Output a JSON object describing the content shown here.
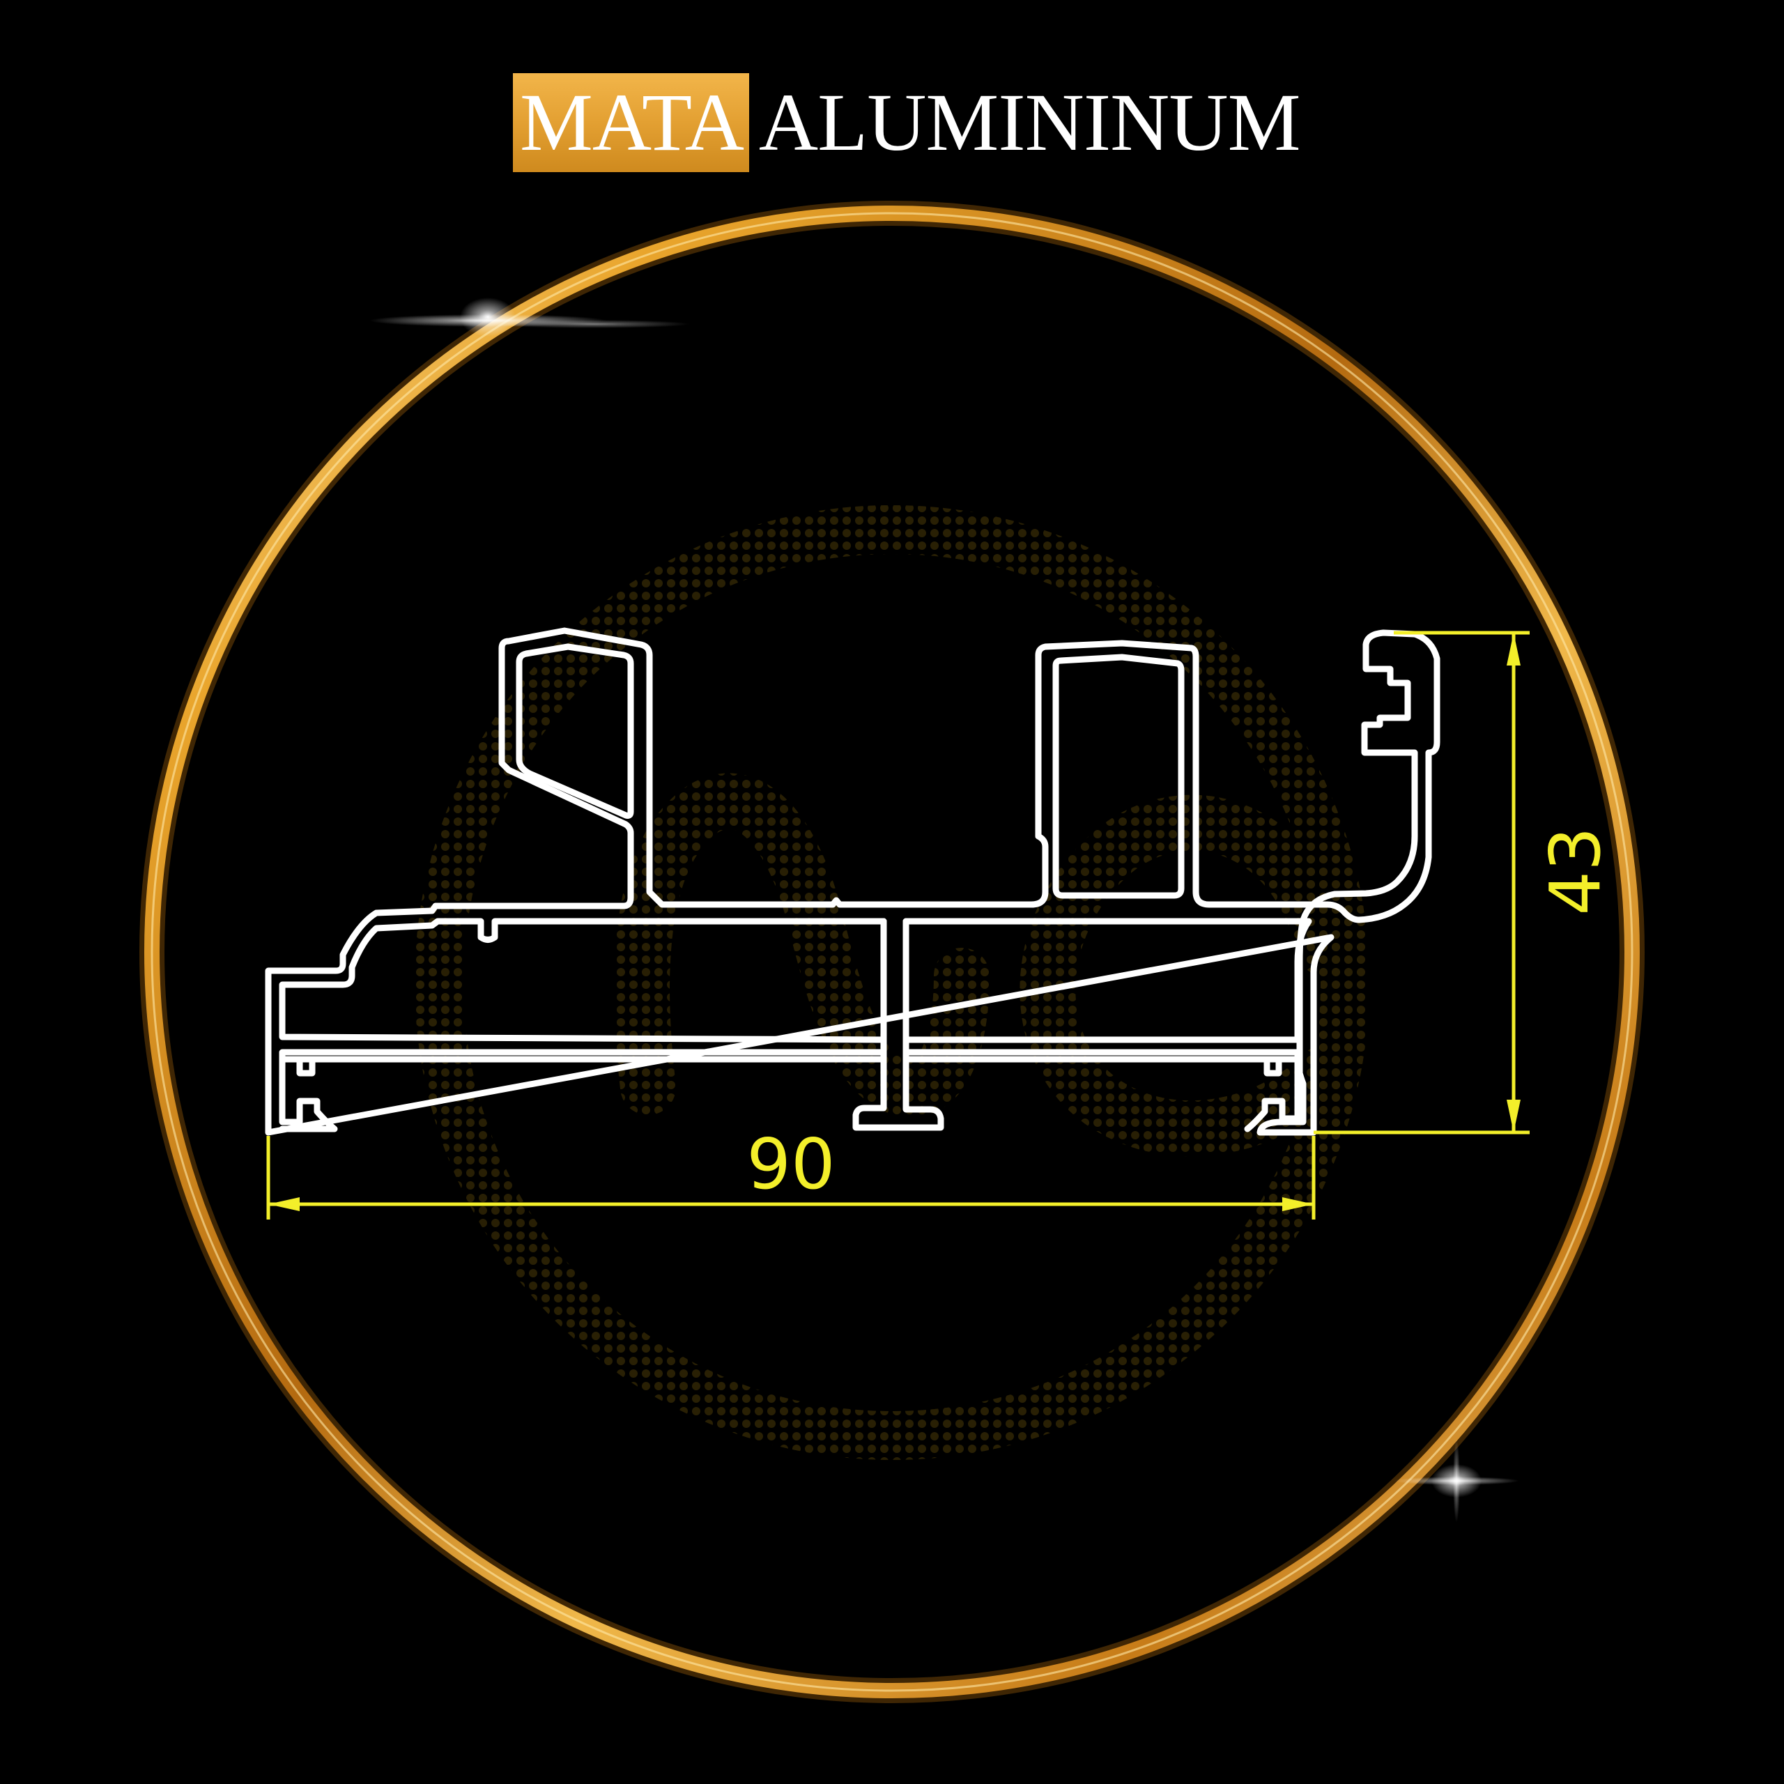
{
  "brand": {
    "highlight": "MATA",
    "rest": "ALUMININUM"
  },
  "dimensions": {
    "width_value": "90",
    "height_value": "43"
  },
  "colors": {
    "background": "#000000",
    "ring_gold": "#e0a32a",
    "profile_outline": "#ffffff",
    "dimension_line": "#f3ef2a",
    "brand_box": "#e3a032"
  }
}
